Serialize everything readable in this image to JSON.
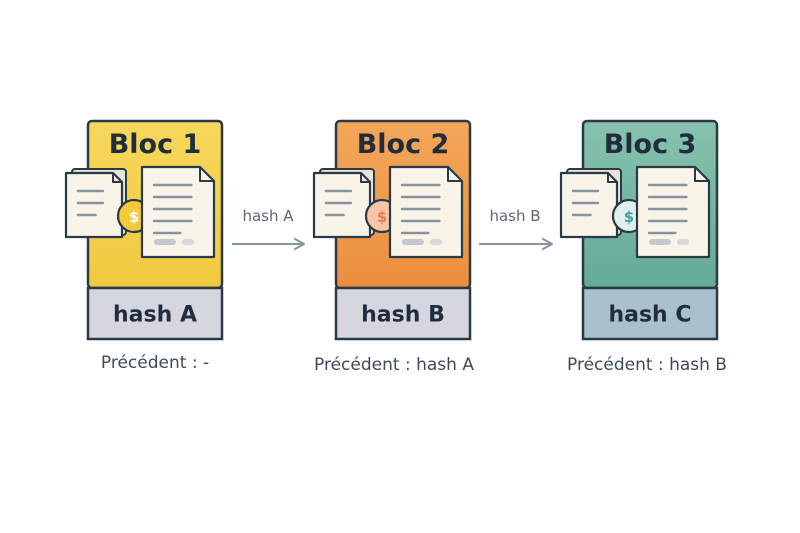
{
  "blocks": [
    {
      "title": "Bloc 1",
      "hash": "hash A",
      "previous": "Précédent : -",
      "coin_symbol": "$",
      "colors": {
        "top": "#f7d85c",
        "bottom": "#f0c93f",
        "footer": "#d6d6e0",
        "coin": "#f4c93a",
        "coin_symbol": "#ffffff"
      }
    },
    {
      "title": "Bloc 2",
      "hash": "hash B",
      "previous": "Précédent : hash A",
      "coin_symbol": "$",
      "colors": {
        "top": "#f3a659",
        "bottom": "#ec8e3f",
        "footer": "#d6d6e0",
        "coin": "#f6c6a8",
        "coin_symbol": "#ea7a4e"
      }
    },
    {
      "title": "Bloc 3",
      "hash": "hash C",
      "previous": "Précédent : hash B",
      "coin_symbol": "$",
      "colors": {
        "top": "#87c2ae",
        "bottom": "#62ab95",
        "footer": "#a9c1cc",
        "coin": "#dff0ee",
        "coin_symbol": "#3e9fa2"
      }
    }
  ],
  "arrows": [
    {
      "label": "hash A"
    },
    {
      "label": "hash B"
    }
  ],
  "colors": {
    "outline": "#2b3a48",
    "arrow": "#8895a0",
    "paper": "#f8f4e8",
    "paper_lines": "#8593a3"
  }
}
